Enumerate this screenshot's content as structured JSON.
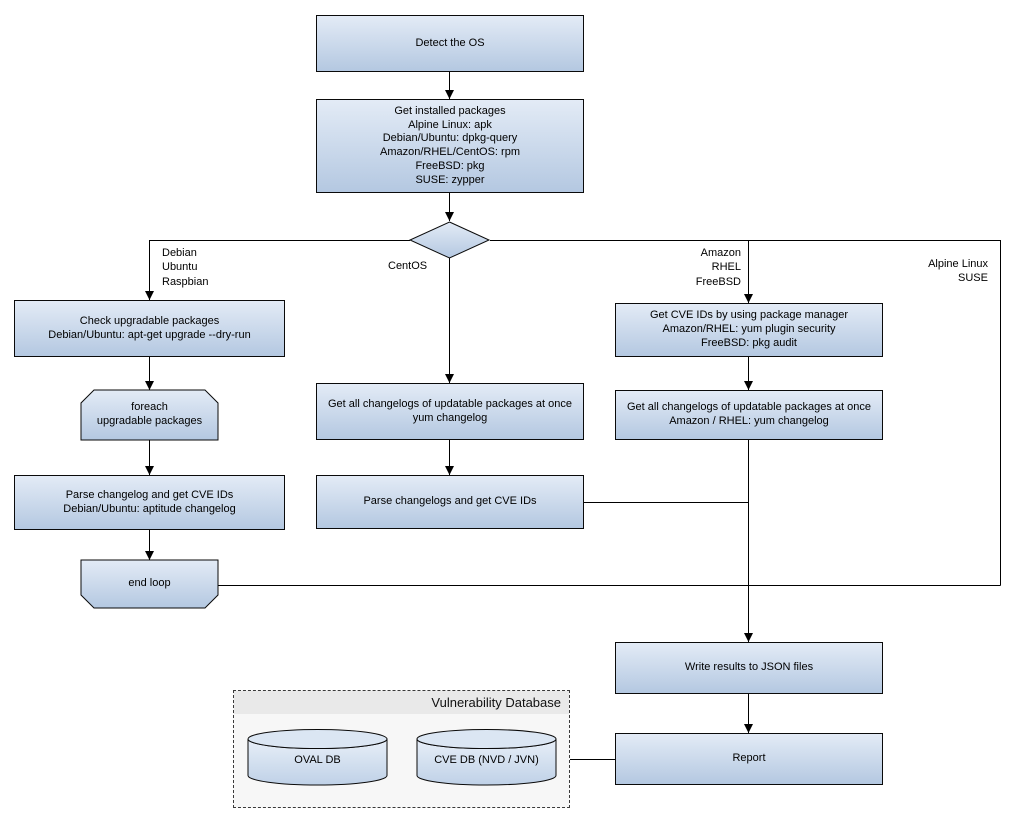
{
  "diagram": {
    "nodes": {
      "detect_os": "Detect the OS",
      "get_installed_packages": "Get installed packages\nAlpine Linux: apk\nDebian/Ubuntu: dpkg-query\nAmazon/RHEL/CentOS: rpm\nFreeBSD: pkg\nSUSE: zypper",
      "check_upgradable": "Check upgradable packages\nDebian/Ubuntu: apt-get upgrade --dry-run",
      "foreach_loop": "foreach\nupgradable  packages",
      "parse_changelog_left": "Parse changelog and get  CVE IDs\nDebian/Ubuntu: aptitude changelog",
      "end_loop": "end loop",
      "get_changelogs_centos": "Get all changelogs of updatable packages at once\nyum changelog",
      "parse_changelogs_center": "Parse changelogs and get CVE IDs",
      "get_cve_ids_pkg_mgr": "Get CVE IDs by using package manager\nAmazon/RHEL: yum plugin security\nFreeBSD: pkg audit",
      "get_changelogs_amazon": "Get all changelogs of updatable packages at once\nAmazon / RHEL: yum changelog",
      "write_results": "Write results to JSON files",
      "report": "Report"
    },
    "branch_labels": {
      "debian": "Debian\nUbuntu\nRaspbian",
      "centos": "CentOS",
      "amazon": "Amazon\nRHEL\nFreeBSD",
      "alpine": "Alpine Linux\nSUSE"
    },
    "database_group": {
      "title": "Vulnerability Database",
      "oval_db": "OVAL DB",
      "cve_db": "CVE DB (NVD / JVN)"
    },
    "colors": {
      "node_fill_top": "#e3ebf6",
      "node_fill_bottom": "#b4c8e1",
      "node_border": "#0a0a0a",
      "connector": "#000000",
      "group_fill": "#f7f7f7",
      "group_header_fill": "#e9e9e9"
    }
  }
}
